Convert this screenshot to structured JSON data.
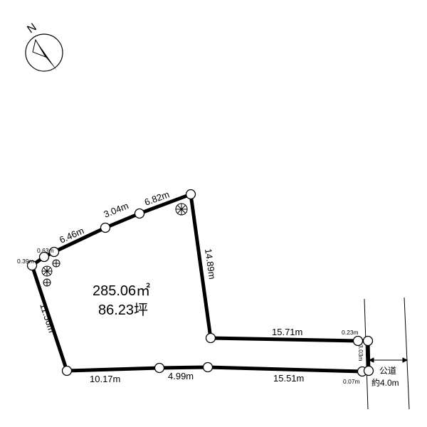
{
  "compass": {
    "north_label": "N",
    "icon": "north-arrow-icon"
  },
  "plot": {
    "area_sqm": "285.06㎡",
    "area_tsubo": "86.23坪"
  },
  "dimensions": {
    "top_left_seg_1": "6.46m",
    "top_left_seg_2": "3.04m",
    "top_left_seg_3": "6.82m",
    "notch_1": "0.39m",
    "notch_2": "0.63m",
    "right_diagonal": "14.89m",
    "left_side": "11.56m",
    "inner_horizontal": "15.71m",
    "corner_top": "0.23m",
    "corner_side": "3.03m",
    "corner_bottom": "0.07m",
    "bottom_seg_1": "10.17m",
    "bottom_seg_2": "4.99m",
    "bottom_seg_3": "15.51m"
  },
  "road": {
    "label": "公道",
    "width": "約4.0m"
  },
  "colors": {
    "line": "#000000",
    "marker_fill": "#ffffff"
  }
}
